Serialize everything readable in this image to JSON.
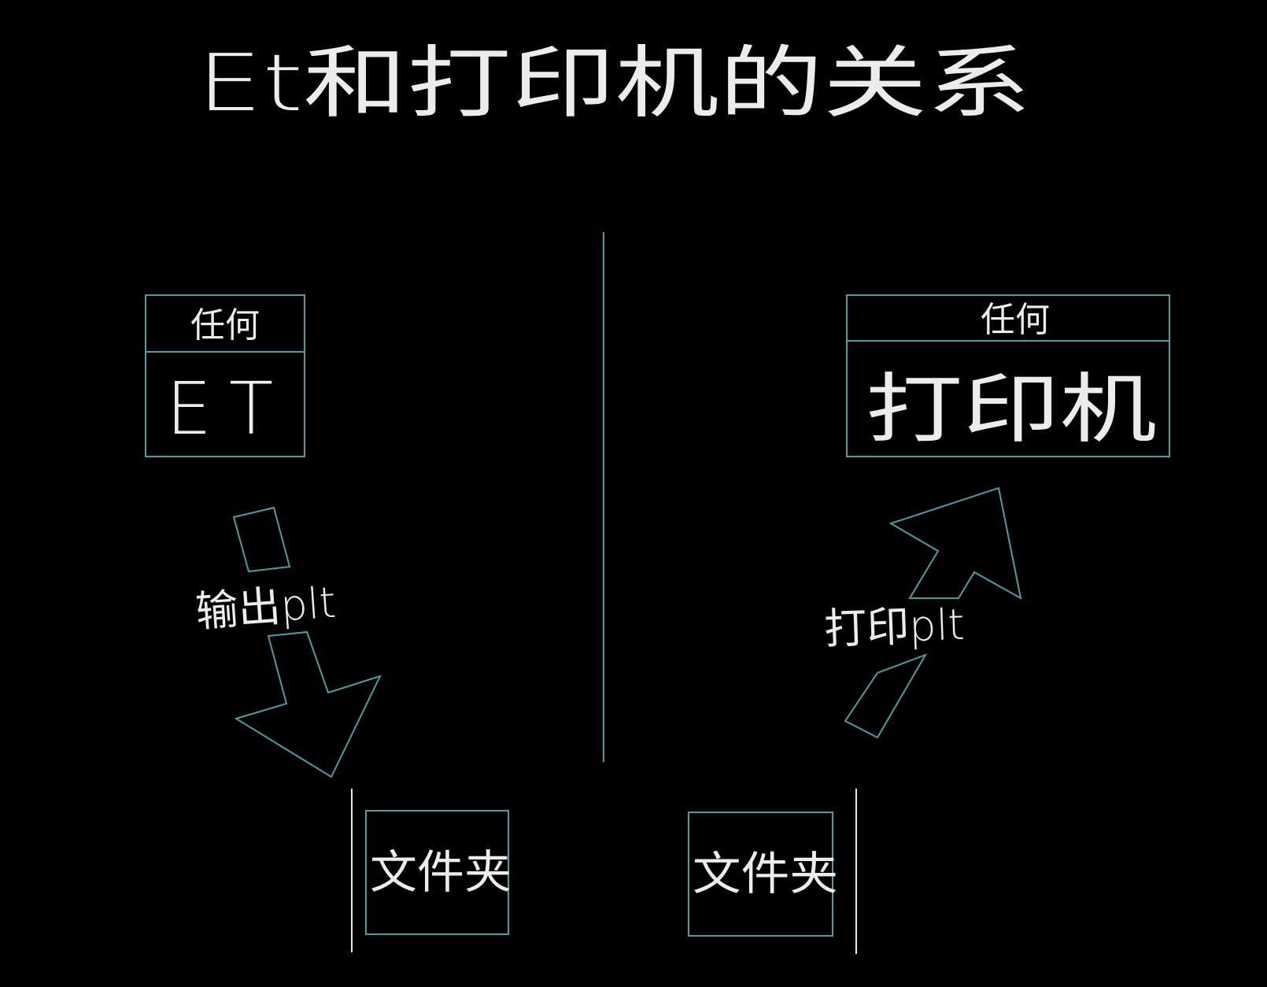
{
  "title": "Et和打印机的关系",
  "left_box": {
    "header": "任何",
    "body": "ET"
  },
  "left_arrow": {
    "label": "输出plt"
  },
  "left_folder": {
    "label": "文件夹"
  },
  "right_box": {
    "header": "任何",
    "body": "打印机"
  },
  "right_arrow": {
    "label": "打印plt"
  },
  "right_folder": {
    "label": "文件夹"
  },
  "colors": {
    "background": "#000000",
    "line": "#4a9ea0",
    "text": "#ececec"
  }
}
